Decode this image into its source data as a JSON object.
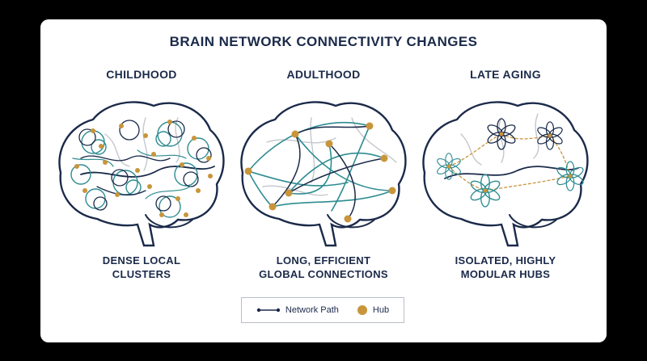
{
  "title": "BRAIN NETWORK CONNECTIVITY CHANGES",
  "stages": [
    {
      "label": "CHILDHOOD",
      "caption": [
        "DENSE LOCAL",
        "CLUSTERS"
      ]
    },
    {
      "label": "ADULTHOOD",
      "caption": [
        "LONG, EFFICIENT",
        "GLOBAL CONNECTIONS"
      ]
    },
    {
      "label": "LATE AGING",
      "caption": [
        "ISOLATED, HIGHLY",
        "MODULAR HUBS"
      ]
    }
  ],
  "legend": {
    "path_label": "Network Path",
    "hub_label": "Hub"
  },
  "colors": {
    "navy": "#1b2a4a",
    "teal": "#2e8c91",
    "gold": "#c9953a",
    "gray": "#c4c7cd"
  }
}
